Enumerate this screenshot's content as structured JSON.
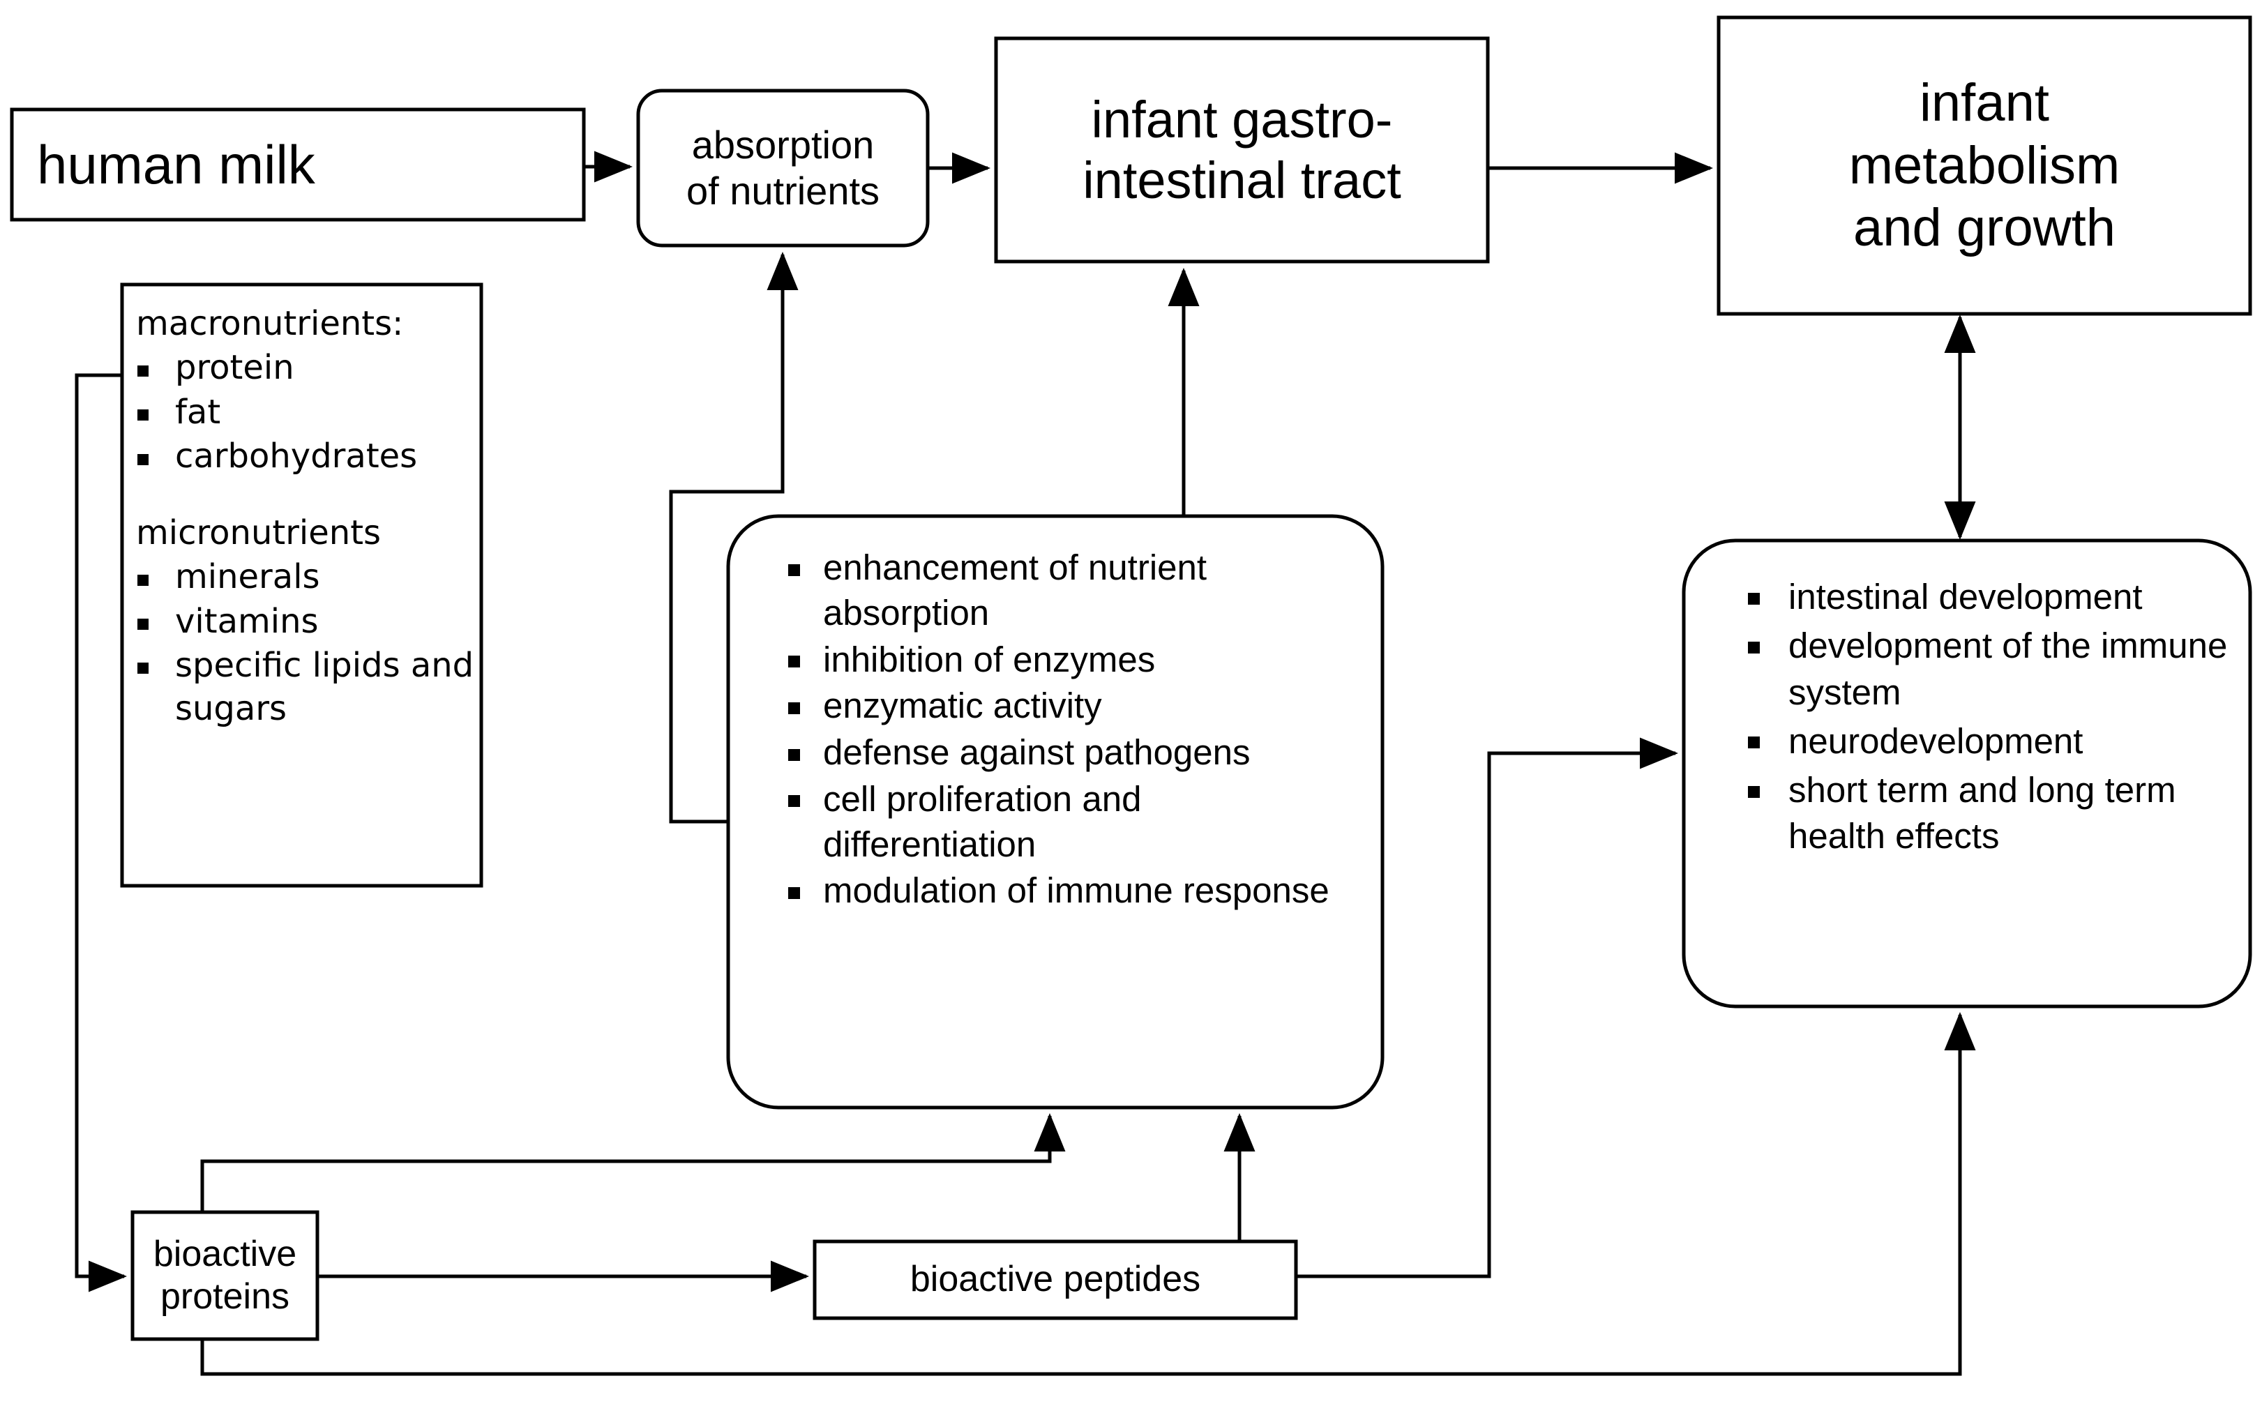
{
  "diagram": {
    "title": "human milk bioactive proteins and infant outcomes flow diagram",
    "stroke_color": "#000000",
    "background_color": "#ffffff"
  },
  "nodes": {
    "human_milk": {
      "label": "human milk"
    },
    "absorption": {
      "line1": "absorption",
      "line2": "of nutrients"
    },
    "gi_tract": {
      "line1": "infant gastro-",
      "line2": "intestinal tract"
    },
    "metabolism": {
      "line1": "infant",
      "line2": "metabolism",
      "line3": "and growth"
    },
    "nutrients": {
      "macro_heading": "macronutrients:",
      "macro_items": [
        "protein",
        "fat",
        "carbohydrates"
      ],
      "micro_heading": "micronutrients",
      "micro_items": [
        "minerals",
        "vitamins",
        "specific lipids and sugars"
      ]
    },
    "effects": {
      "items": [
        "enhancement of nutrient absorption",
        "inhibition of enzymes",
        "enzymatic activity",
        "defense against pathogens",
        "cell proliferation and differentiation",
        "modulation of immune response"
      ]
    },
    "outcomes": {
      "items": [
        "intestinal development",
        "development of the immune system",
        "neurodevelopment",
        "short term and long term health effects"
      ]
    },
    "bioactive_proteins": {
      "line1": "bioactive",
      "line2": "proteins"
    },
    "bioactive_peptides": {
      "label": "bioactive peptides"
    }
  },
  "edges": [
    {
      "name": "human-milk-to-absorption",
      "from": "human_milk",
      "to": "absorption",
      "arrow": "single"
    },
    {
      "name": "absorption-to-gi-tract",
      "from": "absorption",
      "to": "gi_tract",
      "arrow": "single"
    },
    {
      "name": "gi-tract-to-metabolism",
      "from": "gi_tract",
      "to": "metabolism",
      "arrow": "single"
    },
    {
      "name": "effects-to-absorption",
      "from": "effects",
      "to": "absorption",
      "arrow": "single"
    },
    {
      "name": "effects-to-gi-tract",
      "from": "effects",
      "to": "gi_tract",
      "arrow": "single"
    },
    {
      "name": "nutrients-protein-to-bioactive-proteins",
      "from": "nutrients",
      "to": "bioactive_proteins",
      "arrow": "single"
    },
    {
      "name": "bioactive-proteins-to-bioactive-peptides",
      "from": "bioactive_proteins",
      "to": "bioactive_peptides",
      "arrow": "single"
    },
    {
      "name": "bioactive-proteins-to-effects",
      "from": "bioactive_proteins",
      "to": "effects",
      "arrow": "single"
    },
    {
      "name": "bioactive-peptides-to-effects",
      "from": "bioactive_peptides",
      "to": "effects",
      "arrow": "single"
    },
    {
      "name": "bioactive-peptides-to-outcomes",
      "from": "bioactive_peptides",
      "to": "outcomes",
      "arrow": "single"
    },
    {
      "name": "bioactive-proteins-to-outcomes",
      "from": "bioactive_proteins",
      "to": "outcomes",
      "arrow": "single"
    },
    {
      "name": "metabolism-outcomes-bidirectional",
      "from": "metabolism",
      "to": "outcomes",
      "arrow": "double"
    }
  ]
}
